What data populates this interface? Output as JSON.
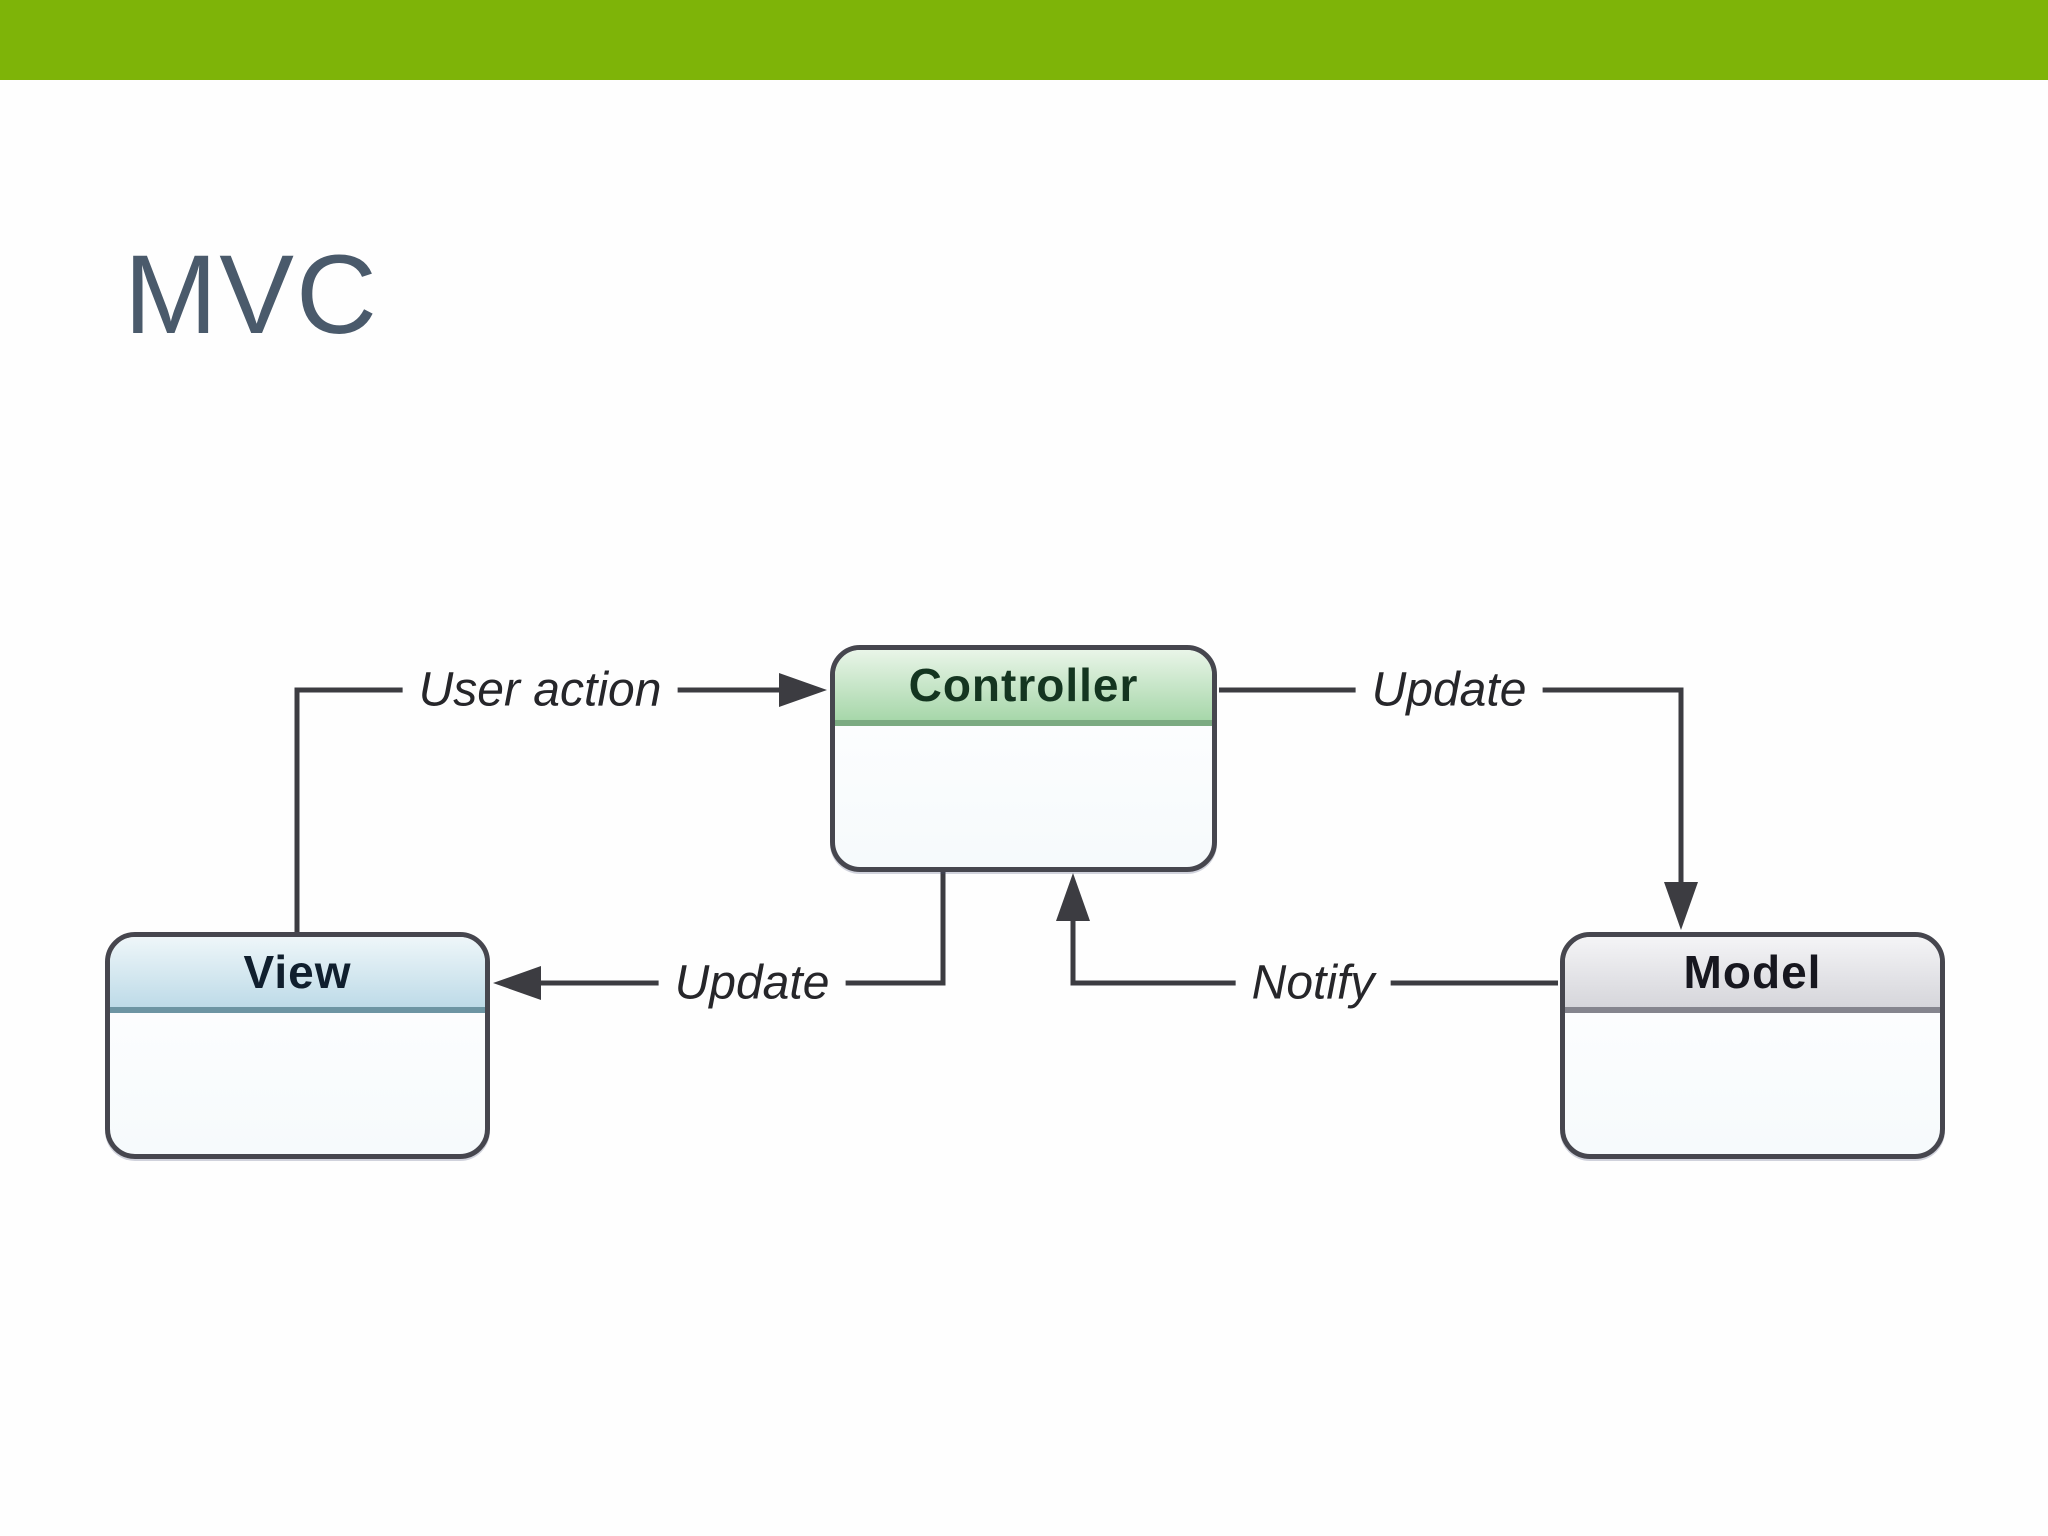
{
  "slide": {
    "title": "MVC",
    "title_color": "#4a5a6b",
    "accent_bar_color": "#7eb408",
    "background_color": "#fefefe"
  },
  "diagram": {
    "line_color": "#3c3c41",
    "node_border_color": "#46464e",
    "nodes": [
      {
        "id": "controller",
        "label": "Controller",
        "header_top": "#e9f5e8",
        "header_bottom": "#a7d7aa",
        "separator": "#7cab82",
        "label_color": "#143520"
      },
      {
        "id": "view",
        "label": "View",
        "header_top": "#eef6f9",
        "header_bottom": "#bedbe8",
        "separator": "#6d95a3",
        "label_color": "#101f2e"
      },
      {
        "id": "model",
        "label": "Model",
        "header_top": "#f4f4f6",
        "header_bottom": "#d6d6db",
        "separator": "#85858e",
        "label_color": "#17171f"
      }
    ],
    "edges": [
      {
        "id": "user-action",
        "label": "User action",
        "from": "View",
        "to": "Controller"
      },
      {
        "id": "update-model",
        "label": "Update",
        "from": "Controller",
        "to": "Model"
      },
      {
        "id": "update-view",
        "label": "Update",
        "from": "Controller",
        "to": "View"
      },
      {
        "id": "notify",
        "label": "Notify",
        "from": "Model",
        "to": "Controller"
      }
    ]
  }
}
